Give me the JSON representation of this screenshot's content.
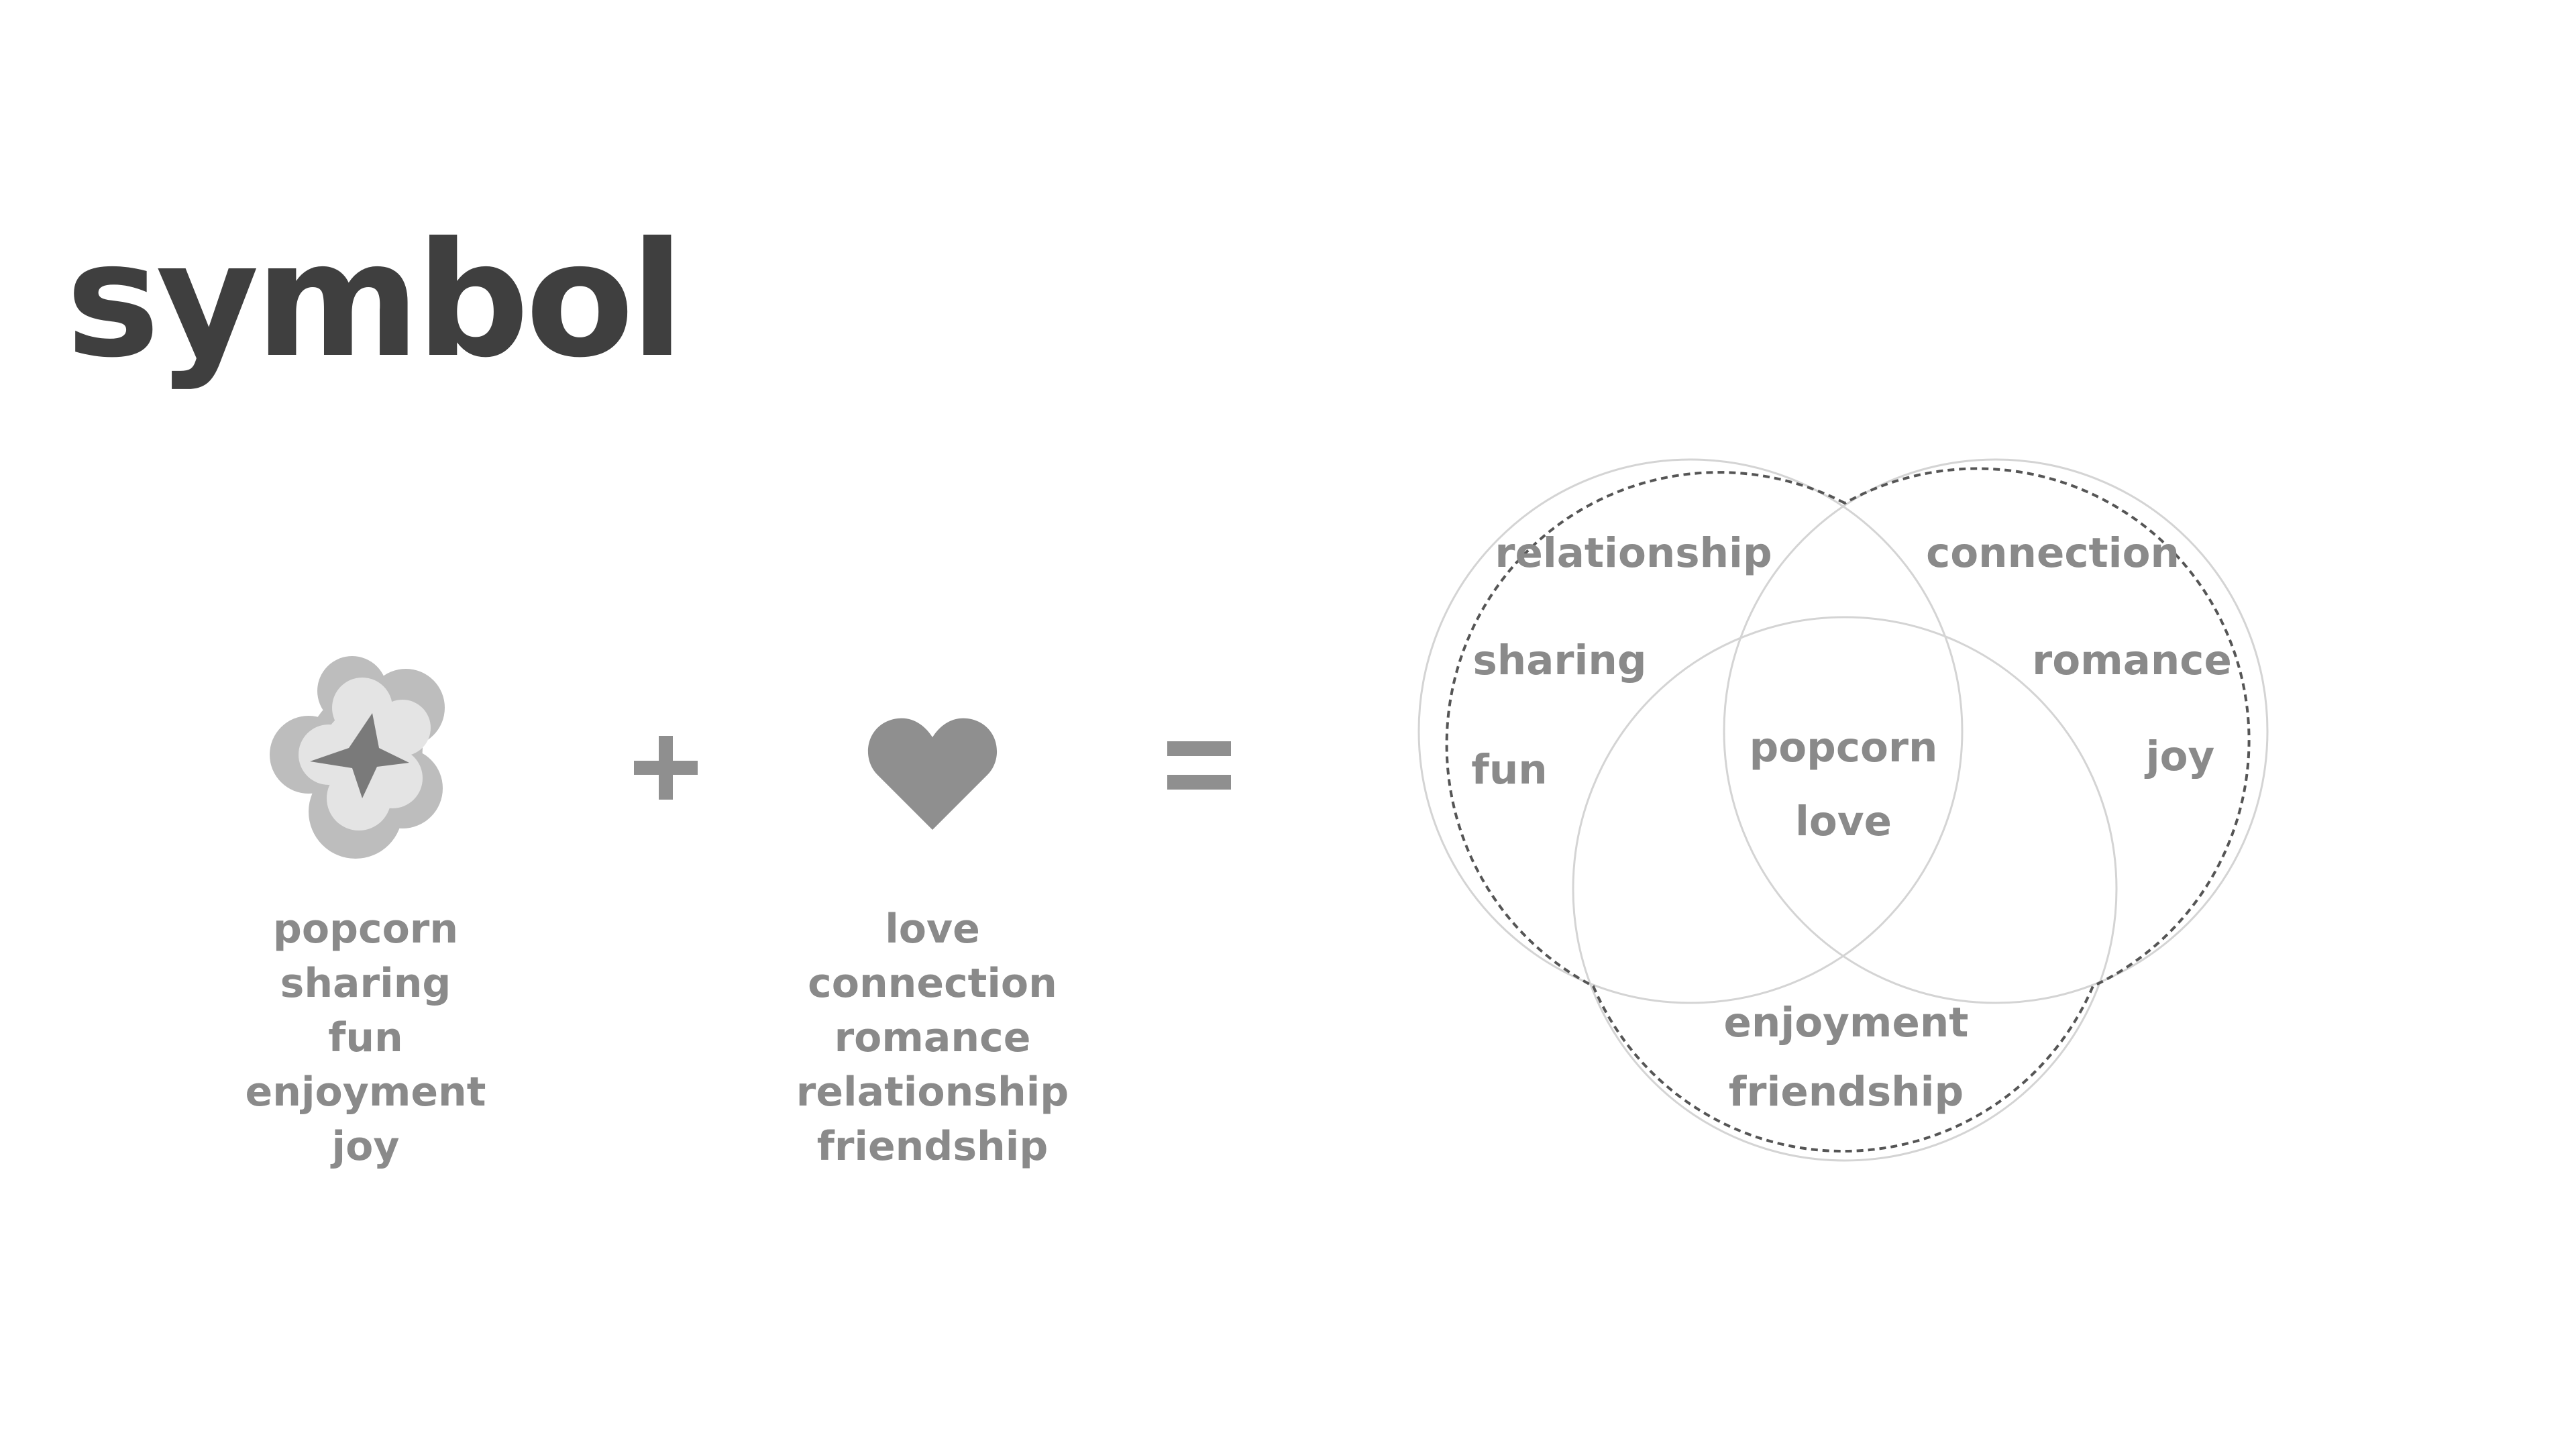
{
  "title": "symbol",
  "colors": {
    "title": "#3f3f3f",
    "text": "#8a8a8a",
    "heart": "#8f8f8f",
    "operator": "#8f8f8f",
    "popcorn_outer": "#bdbdbd",
    "popcorn_inner": "#e4e4e4",
    "popcorn_star": "#7a7a7a"
  },
  "icons": {
    "popcorn": "popcorn-icon",
    "plus": "plus-icon",
    "heart": "heart-icon",
    "equals": "equals-icon"
  },
  "popcorn_words": [
    "popcorn",
    "sharing",
    "fun",
    "enjoyment",
    "joy"
  ],
  "heart_words": [
    "love",
    "connection",
    "romance",
    "relationship",
    "friendship"
  ],
  "venn": {
    "left": [
      "relationship",
      "sharing",
      "fun"
    ],
    "right": [
      "connection",
      "romance",
      "joy"
    ],
    "bottom": [
      "enjoyment",
      "friendship"
    ],
    "center": [
      "popcorn",
      "love"
    ]
  }
}
